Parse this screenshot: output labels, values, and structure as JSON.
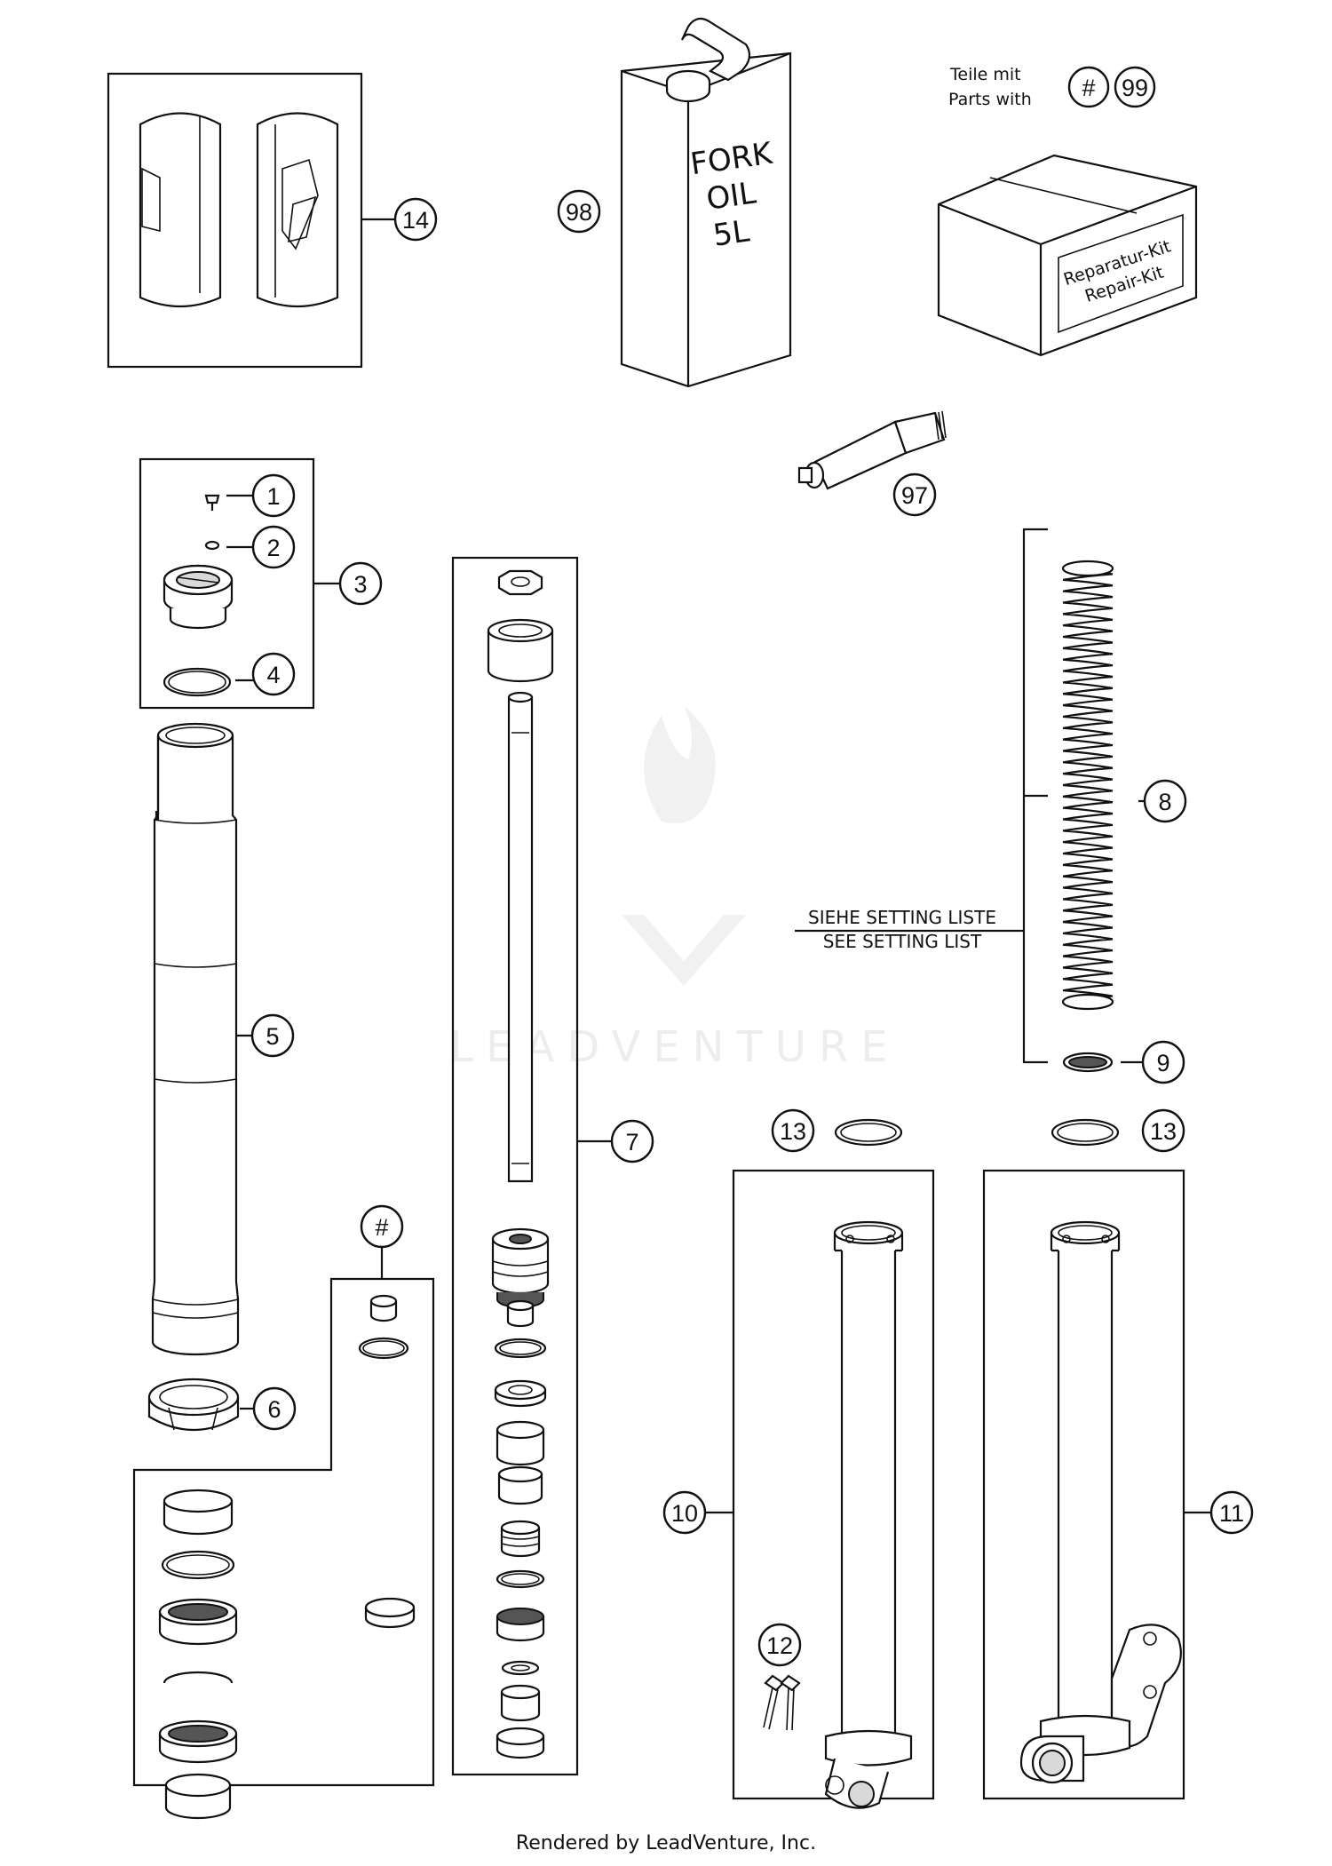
{
  "callouts": {
    "c1": "1",
    "c2": "2",
    "c3": "3",
    "c4": "4",
    "c5": "5",
    "c6": "6",
    "c7": "7",
    "c8": "8",
    "c9": "9",
    "c10": "10",
    "c11": "11",
    "c12": "12",
    "c13a": "13",
    "c13b": "13",
    "c14": "14",
    "c97": "97",
    "c98": "98",
    "c99": "99",
    "hash_legend": "#",
    "hash_group": "#"
  },
  "legend": {
    "line1": "Teile mit",
    "line2": "Parts with"
  },
  "oil_can": {
    "line1": "FORK",
    "line2": "OIL",
    "line3": "5L"
  },
  "repair_kit": {
    "line1": "Reparatur-Kit",
    "line2": "Repair-Kit"
  },
  "spring_note": {
    "line1": "SIEHE SETTING LISTE",
    "line2": "SEE SETTING LIST"
  },
  "watermark": "LEADVENTURE",
  "footer": "Rendered by LeadVenture, Inc."
}
